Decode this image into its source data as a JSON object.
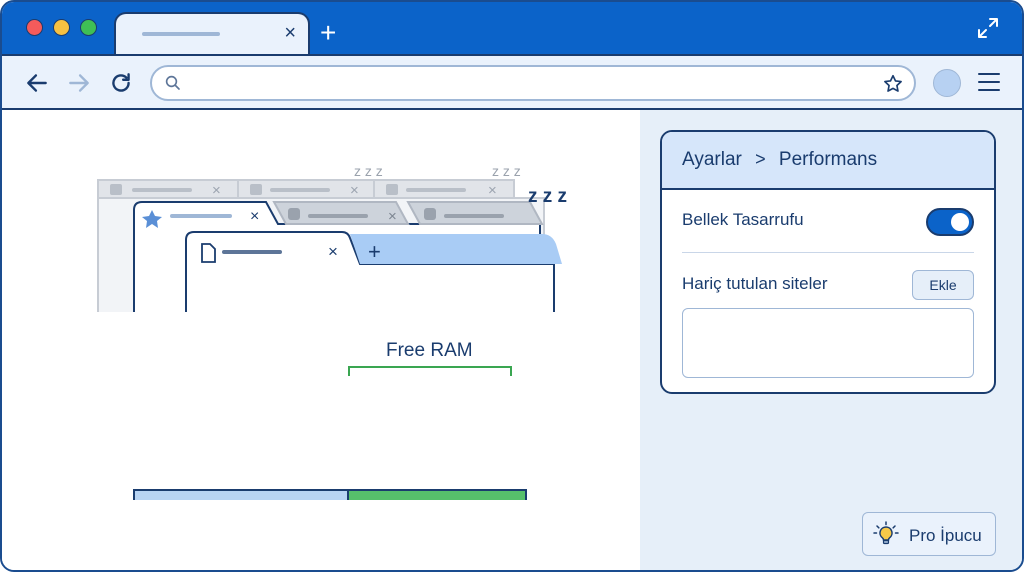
{
  "browser": {
    "tab": {
      "close_glyph": "×"
    },
    "new_tab_glyph": "+",
    "icons": [
      "back-arrow-icon",
      "forward-arrow-icon",
      "reload-icon",
      "search-icon",
      "star-icon",
      "expand-icon",
      "menu-icon"
    ],
    "omnibox": {
      "value": "",
      "placeholder": ""
    }
  },
  "illustration": {
    "free_ram_label": "Free RAM",
    "sleep_glyphs": [
      "z z z",
      "z z z",
      "z z z"
    ],
    "tab_close_glyph": "×",
    "new_tab_glyph": "+"
  },
  "settings": {
    "breadcrumb": {
      "parent": "Ayarlar",
      "separator": ">",
      "current": "Performans"
    },
    "memory_saver": {
      "label": "Bellek Tasarrufu",
      "enabled": true
    },
    "excluded_sites": {
      "label": "Hariç tutulan siteler",
      "add_label": "Ekle",
      "value": ""
    }
  },
  "tip": {
    "label": "Pro İpucu",
    "icon": "lightbulb-icon"
  },
  "colors": {
    "accent": "#0b63c9",
    "outline": "#1a3c6e",
    "panel": "#e6eff9",
    "ram_used": "#0b63c9",
    "ram_free": "#3aa651"
  }
}
